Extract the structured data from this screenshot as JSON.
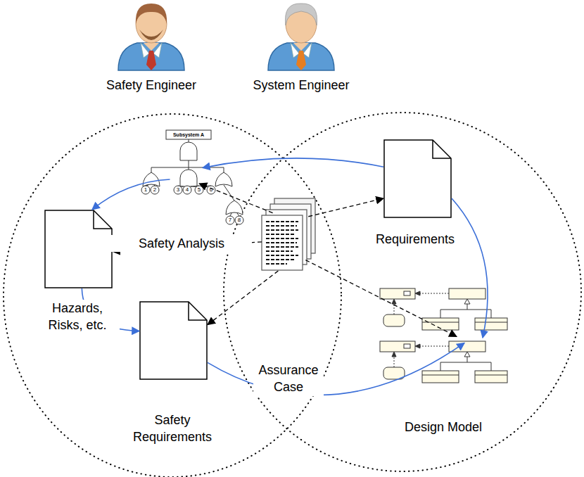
{
  "diagram": {
    "nodes": [
      {
        "text": [
          "Safety Analysis"
        ]
      },
      {
        "text": [
          "Requirements"
        ]
      },
      {
        "text": [
          "Hazards, Risks, etc."
        ]
      },
      {
        "text": [
          "Assurance Case"
        ]
      },
      {
        "text": [
          "Safety Requirements"
        ]
      },
      {
        "text": [
          "Design Model"
        ]
      }
    ],
    "edges": [
      {
        "from": 1,
        "to": 0,
        "arrow": "to"
      },
      {
        "from": 0,
        "to": 2,
        "arrow": "to"
      },
      {
        "from": 2,
        "to": 4,
        "arrow": "to"
      },
      {
        "from": 1,
        "to": 5,
        "arrow": "to"
      },
      {
        "from": 4,
        "to": 5,
        "arrow": "to"
      },
      {
        "from": 3,
        "to": 0,
        "arrow": "to"
      },
      {
        "from": 3,
        "to": 1,
        "arrow": "to"
      },
      {
        "from": 3,
        "to": 2,
        "arrow": "to"
      },
      {
        "from": 3,
        "to": 4,
        "arrow": "to"
      },
      {
        "from": 3,
        "to": 5,
        "arrow": "to"
      }
    ],
    "labels": [
      "Safety Engineer",
      "System Engineer",
      "Subsystem A",
      "1",
      "2",
      "3",
      "4",
      "5",
      "6",
      "7",
      "8"
    ]
  }
}
